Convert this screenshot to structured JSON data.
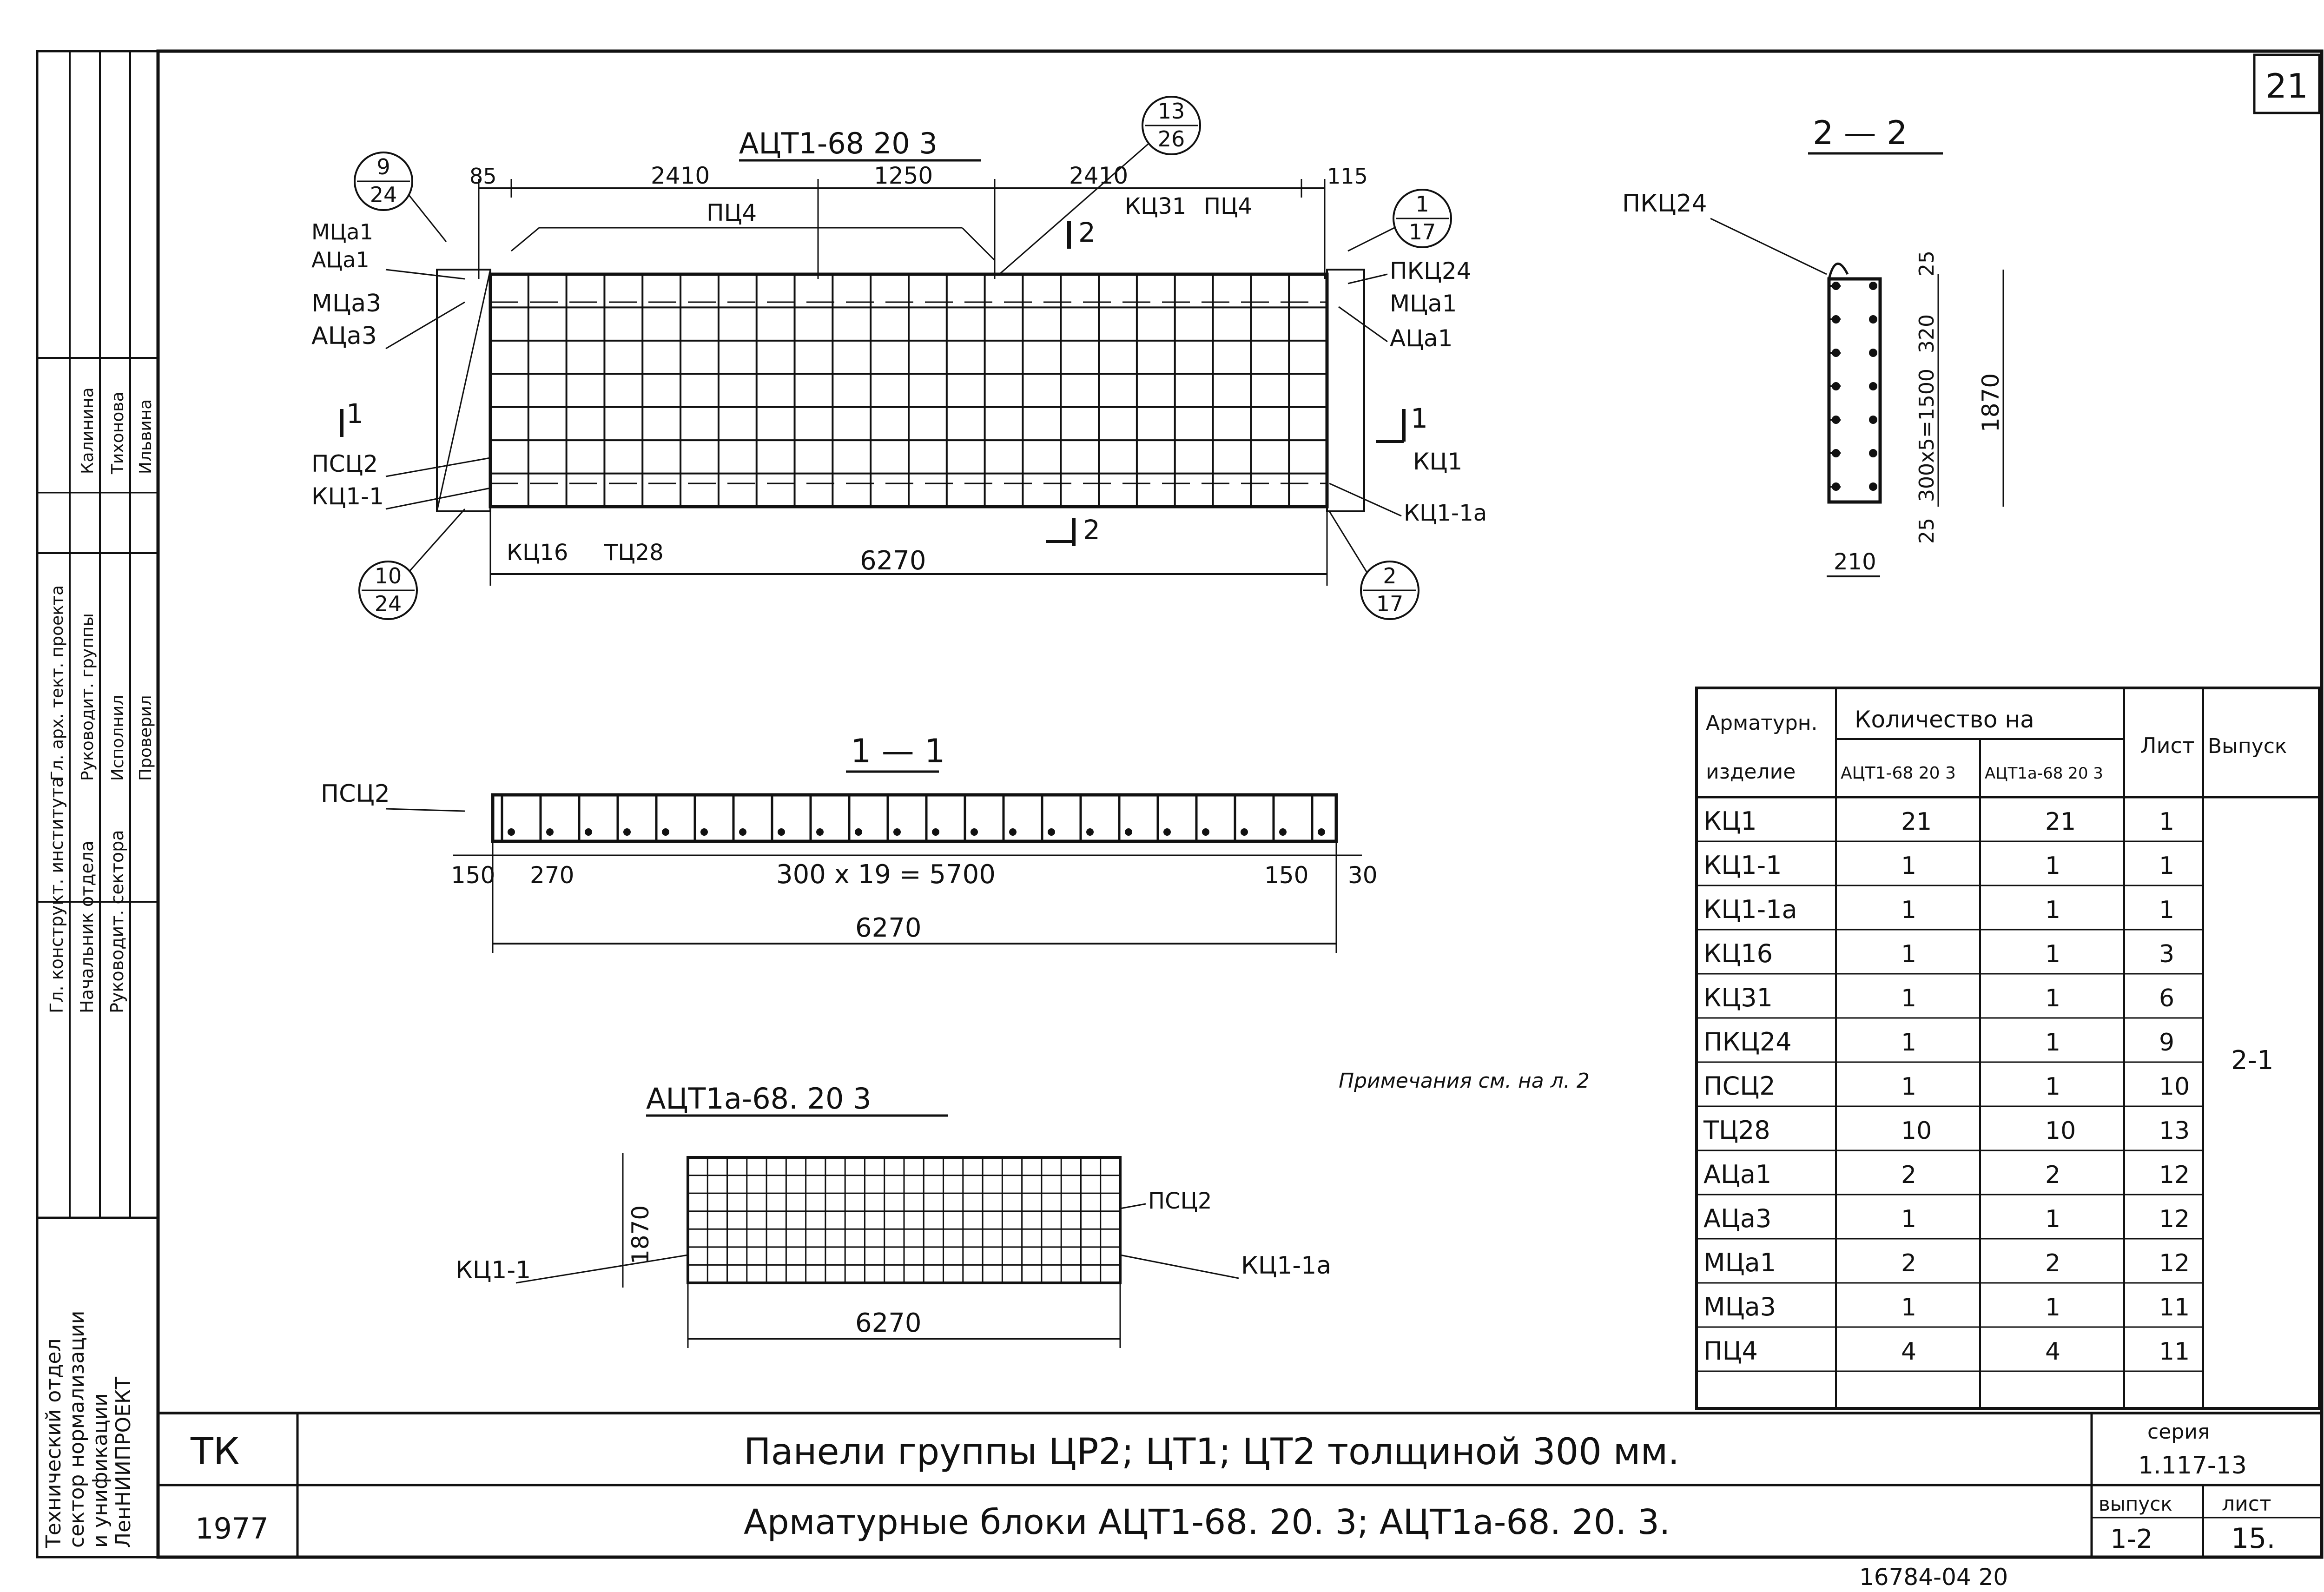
{
  "sheet": {
    "page_number": "21",
    "footer_mark": "16784-04 20"
  },
  "side_stamp": {
    "org_line1": "Технический отдел",
    "org_line2": "сектор нормализации",
    "org_line3": "и унификации",
    "org_line4": "ЛенНИИПРОЕКТ",
    "rows": [
      {
        "role": "Гл. конструкт. института",
        "name": ""
      },
      {
        "role": "Начальник отдела",
        "name": ""
      },
      {
        "role": "Руководит. сектора",
        "name": ""
      },
      {
        "role": "Гл. арх. тект. проекта",
        "name": ""
      },
      {
        "role": "Руководит. группы",
        "name": "Калинина"
      },
      {
        "role": "Исполнил",
        "name": "Тихонова"
      },
      {
        "role": "Проверил",
        "name": "Ильвина"
      }
    ]
  },
  "main_view": {
    "title": "АЦТ1-68 20 3",
    "dims_top": [
      "85",
      "2410",
      "1250",
      "2410",
      "115"
    ],
    "dim_bottom": "6270",
    "left_labels": [
      "МЦа1",
      "АЦа1",
      "МЦа3",
      "АЦа3",
      "ПСЦ2",
      "КЦ1-1"
    ],
    "right_labels": [
      "ПКЦ24",
      "МЦа1",
      "АЦа1",
      "КЦ1",
      "КЦ1-1а"
    ],
    "top_labels": [
      "ПЦ4",
      "КЦ31",
      "ПЦ4"
    ],
    "bottom_labels": [
      "КЦ16",
      "ТЦ28"
    ],
    "section_mark_a": "1",
    "section_mark_b": "2",
    "callouts": [
      {
        "top": "9",
        "bottom": "24"
      },
      {
        "top": "13",
        "bottom": "26"
      },
      {
        "top": "1",
        "bottom": "17"
      },
      {
        "top": "10",
        "bottom": "24"
      },
      {
        "top": "2",
        "bottom": "17"
      }
    ]
  },
  "section_2_2": {
    "title": "2 — 2",
    "label": "ПКЦ24",
    "dims_right": [
      "25",
      "320",
      "300x5=1500",
      "25"
    ],
    "dim_total": "1870",
    "dim_bottom": "210"
  },
  "section_1_1": {
    "title": "1 — 1",
    "label": "ПСЦ2",
    "dims": [
      "150",
      "270",
      "300 х 19 = 5700",
      "150",
      "30"
    ],
    "dim_total": "6270"
  },
  "view_2": {
    "title": "АЦТ1а-68. 20 3",
    "label_left": "КЦ1-1",
    "label_right": "КЦ1-1а",
    "label_psc": "ПСЦ2",
    "dim_height": "1870",
    "dim_width": "6270"
  },
  "note": "Примечания см. на л. 2",
  "spec_table": {
    "headers": {
      "col1_line1": "Арматурн.",
      "col1_line2": "изделие",
      "qty_header": "Количество на",
      "qty_col1": "АЦТ1-68 20 3",
      "qty_col2": "АЦТ1а-68 20 3",
      "sheet": "Лист",
      "issue": "Выпуск"
    },
    "rows": [
      [
        "КЦ1",
        "21",
        "21",
        "1"
      ],
      [
        "КЦ1-1",
        "1",
        "1",
        "1"
      ],
      [
        "КЦ1-1а",
        "1",
        "1",
        "1"
      ],
      [
        "КЦ16",
        "1",
        "1",
        "3"
      ],
      [
        "КЦ31",
        "1",
        "1",
        "6"
      ],
      [
        "ПКЦ24",
        "1",
        "1",
        "9"
      ],
      [
        "ПСЦ2",
        "1",
        "1",
        "10"
      ],
      [
        "ТЦ28",
        "10",
        "10",
        "13"
      ],
      [
        "АЦа1",
        "2",
        "2",
        "12"
      ],
      [
        "АЦа3",
        "1",
        "1",
        "12"
      ],
      [
        "МЦа1",
        "2",
        "2",
        "12"
      ],
      [
        "МЦа3",
        "1",
        "1",
        "11"
      ],
      [
        "ПЦ4",
        "4",
        "4",
        "11"
      ]
    ],
    "issue_value": "2-1"
  },
  "title_block": {
    "org": "ТК",
    "year": "1977",
    "title_line1": "Панели группы ЦР2; ЦТ1; ЦТ2 толщиной 300 мм.",
    "title_line2": "Арматурные блоки АЦТ1-68. 20. 3; АЦТ1а-68. 20. 3.",
    "series_label": "серия",
    "series_value": "1.117-13",
    "issue_label": "выпуск",
    "issue_value": "1-2",
    "sheet_label": "лист",
    "sheet_value": "15."
  }
}
